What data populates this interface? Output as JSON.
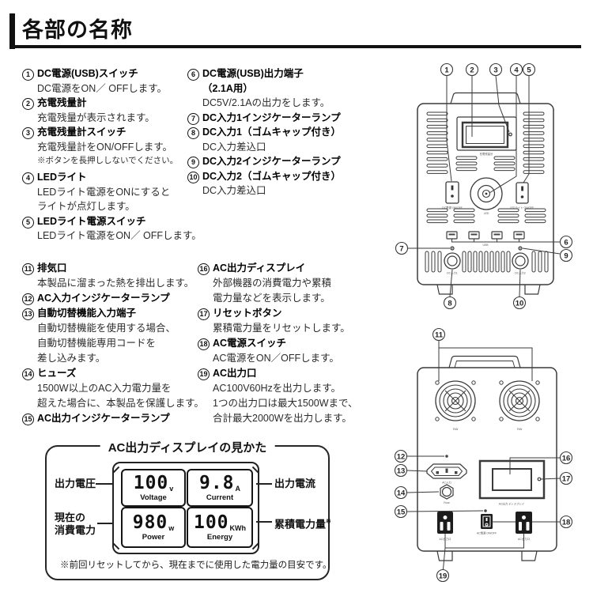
{
  "page": {
    "title": "各部の名称"
  },
  "ink": "#1a1a1a",
  "parts": {
    "s1": {
      "items": [
        {
          "num": "1",
          "title": "DC電源(USB)スイッチ",
          "desc": [
            "DC電源をON／ OFFします。"
          ]
        },
        {
          "num": "2",
          "title": "充電残量計",
          "desc": [
            "充電残量が表示されます。"
          ]
        },
        {
          "num": "3",
          "title": "充電残量計スイッチ",
          "desc": [
            "充電残量計をON/OFFします。"
          ],
          "note": "※ボタンを長押ししないでください。"
        },
        {
          "num": "4",
          "title": "LEDライト",
          "desc": [
            "LEDライト電源をONにすると",
            "ライトが点灯します。"
          ]
        },
        {
          "num": "5",
          "title": "LEDライト電源スイッチ",
          "desc": [
            "LEDライト電源をON／ OFFします。"
          ]
        }
      ]
    },
    "s2": {
      "items": [
        {
          "num": "6",
          "title": "DC電源(USB)出力端子",
          "title2": "（2.1A用）",
          "desc": [
            "DC5V/2.1Aの出力をします。"
          ]
        },
        {
          "num": "7",
          "title": "DC入力1インジケーターランプ",
          "desc": []
        },
        {
          "num": "8",
          "title": "DC入力1（ゴムキャップ付き）",
          "desc": [
            "DC入力差込口"
          ]
        },
        {
          "num": "9",
          "title": "DC入力2インジケーターランプ",
          "desc": []
        },
        {
          "num": "10",
          "title": "DC入力2（ゴムキャップ付き）",
          "desc": [
            "DC入力差込口"
          ]
        }
      ]
    },
    "s3": {
      "items": [
        {
          "num": "11",
          "title": "排気口",
          "desc": [
            "本製品に溜まった熱を排出します。"
          ]
        },
        {
          "num": "12",
          "title": "AC入力インジケーターランプ",
          "desc": []
        },
        {
          "num": "13",
          "title": "自動切替機能入力端子",
          "desc": [
            "自動切替機能を使用する場合、",
            "自動切替機能専用コードを",
            "差し込みます。"
          ]
        },
        {
          "num": "14",
          "title": "ヒューズ",
          "desc": [
            "1500W以上のAC入力電力量を",
            "超えた場合に、本製品を保護します。"
          ]
        },
        {
          "num": "15",
          "title": "AC出力インジケーターランプ",
          "desc": []
        }
      ]
    },
    "s4": {
      "items": [
        {
          "num": "16",
          "title": "AC出力ディスプレイ",
          "desc": [
            "外部機器の消費電力や累積",
            "電力量などを表示します。"
          ]
        },
        {
          "num": "17",
          "title": "リセットボタン",
          "desc": [
            "累積電力量をリセットします。"
          ]
        },
        {
          "num": "18",
          "title": "AC電源スイッチ",
          "desc": [
            "AC電源をON／OFFします。"
          ]
        },
        {
          "num": "19",
          "title": "AC出力口",
          "desc": [
            "AC100V60Hzを出力します。",
            "1つの出力口は最大1500Wまで、",
            "合計最大2000Wを出力します。"
          ]
        }
      ]
    }
  },
  "front_diagram": {
    "callouts": [
      "1",
      "2",
      "3",
      "4",
      "5",
      "6",
      "7",
      "8",
      "9",
      "10"
    ],
    "labels": {
      "display": "充電残量計",
      "dc_switch": "DC電源 ON/OFF",
      "led": "LED",
      "led_switch": "LEDライト ON/OFF",
      "usb": "USB",
      "dc_in1": "DC入力1",
      "dc_in2": "DC入力2"
    }
  },
  "rear_diagram": {
    "callouts": [
      "11",
      "12",
      "13",
      "14",
      "15",
      "16",
      "17",
      "18",
      "19"
    ],
    "labels": {
      "fan1": "FAN",
      "fan2": "FAN",
      "ac_in": "AC入力",
      "fuse": "Fuse",
      "display": "AC出力 ディスプレイ",
      "ac_switch": "AC電源 ON/OFF",
      "outlet1": "AC出力口",
      "outlet2": "AC出力口"
    }
  },
  "display_guide": {
    "title": "AC出力ディスプレイの見かた",
    "labels": {
      "voltage": "出力電圧",
      "current": "出力電流",
      "power_line1": "現在の",
      "power_line2": "消費電力",
      "energy": "累積電力量",
      "energy_mark": "※"
    },
    "cells": {
      "voltage": {
        "value": "100",
        "unit": "v",
        "name": "Voltage"
      },
      "current": {
        "value": "9.8",
        "unit": "A",
        "name": "Current"
      },
      "power": {
        "value": "980",
        "unit": "w",
        "name": "Power"
      },
      "energy": {
        "value": "100",
        "unit": "KWh",
        "name": "Energy"
      }
    },
    "note": "※前回リセットしてから、現在までに使用した電力量の目安です。"
  }
}
